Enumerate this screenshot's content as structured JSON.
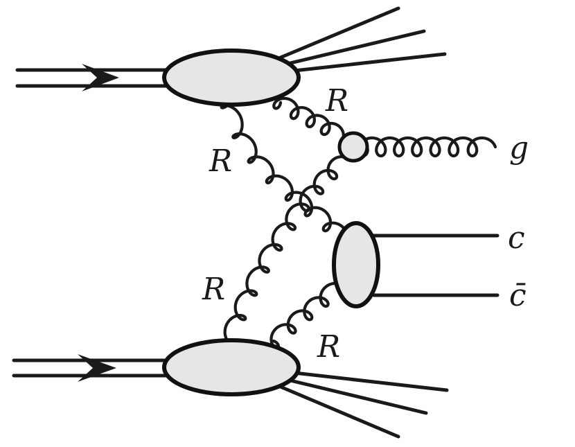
{
  "labels": {
    "reggeon_top_right": "R",
    "reggeon_top_left": "R",
    "reggeon_bottom_left": "R",
    "reggeon_bottom_right": "R",
    "gluon": "g",
    "charm": "c",
    "anticharm": "c̄"
  },
  "colors": {
    "line": "#1a1a1a",
    "blob_fill": "#e6e6e6"
  }
}
